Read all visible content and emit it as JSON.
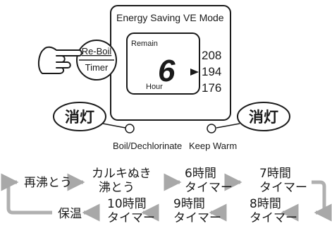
{
  "panel": {
    "energy_saving_label": "Energy Saving",
    "ve_mode_label": "VE Mode",
    "remain_label": "Remain",
    "hour_label": "Hour",
    "digit": "6",
    "temps": [
      "208",
      "194",
      "176"
    ]
  },
  "buttons": {
    "reboil_top": "Re-Boil",
    "reboil_bottom": "Timer"
  },
  "lamps": {
    "left_text": "消灯",
    "right_text": "消灯",
    "boil_label": "Boil/Dechlorinate",
    "keepwarm_label": "Keep Warm"
  },
  "flow": {
    "reboil": "再沸とう",
    "karuki_1": "カルキぬき",
    "karuki_2": "沸とう",
    "t6_1": "6時間",
    "t6_2": "タイマー",
    "t7_1": "7時間",
    "t7_2": "タイマー",
    "t8_1": "8時間",
    "t8_2": "タイマー",
    "t9_1": "9時間",
    "t9_2": "タイマー",
    "t10_1": "10時間",
    "t10_2": "タイマー",
    "hoon": "保温"
  },
  "colors": {
    "line": "#1a1a1a",
    "arrow": "#b0b0b0",
    "lcd": "#ffffff"
  }
}
